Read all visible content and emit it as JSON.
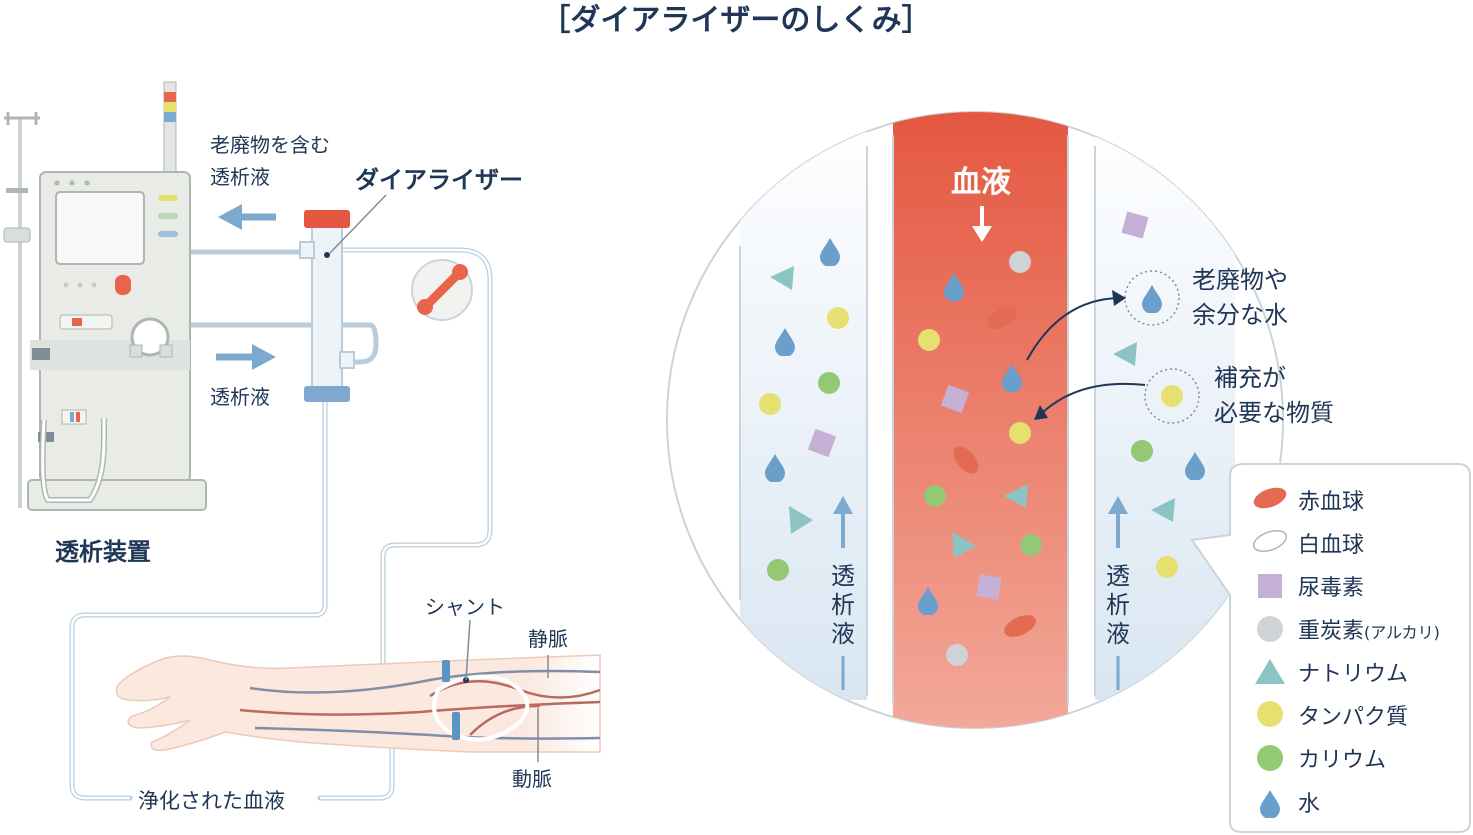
{
  "title": "［ダイアライザーのしくみ］",
  "colors": {
    "text": "#1f3656",
    "arrow": "#7ea9cf",
    "tube": "#b7cddd",
    "machine": "#e9ece6",
    "machine_stroke": "#aeb6b2",
    "blood_top": "#e4563f",
    "blood_bottom": "#f2a797",
    "dialysate": "#e7eff7",
    "rbc": "#e8644a",
    "urea": "#c6b0d6",
    "bicarbonate": "#cfd3d6",
    "sodium": "#8cc4c4",
    "protein": "#e6e070",
    "potassium": "#93c874",
    "water": "#6a9fcb"
  },
  "left": {
    "waste_dialysate_label": [
      "老廃物を含む",
      "透析液"
    ],
    "dialyzer_label": "ダイアライザー",
    "dialysate_label": "透析液",
    "machine_label": "透析装置",
    "shunt_label": "シャント",
    "vein_label": "静脈",
    "artery_label": "動脈",
    "purified_blood_label": "浄化された血液"
  },
  "right": {
    "blood_label": "血液",
    "dialysate_left_label": [
      "透",
      "析",
      "液"
    ],
    "dialysate_right_label": [
      "透",
      "析",
      "液"
    ],
    "waste_label": [
      "老廃物や",
      "余分な水"
    ],
    "supply_label": [
      "補充が",
      "必要な物質"
    ]
  },
  "legend": [
    {
      "label": "赤血球",
      "icon": "red-blood-cell-icon"
    },
    {
      "label": "白血球",
      "icon": "white-blood-cell-icon"
    },
    {
      "label": "尿毒素",
      "icon": "urea-square-icon"
    },
    {
      "label": "重炭素",
      "suffix": "(アルカリ)",
      "icon": "bicarbonate-circle-icon"
    },
    {
      "label": "ナトリウム",
      "icon": "sodium-triangle-icon"
    },
    {
      "label": "タンパク質",
      "icon": "protein-circle-icon"
    },
    {
      "label": "カリウム",
      "icon": "potassium-circle-icon"
    },
    {
      "label": "水",
      "icon": "water-drop-icon"
    }
  ]
}
